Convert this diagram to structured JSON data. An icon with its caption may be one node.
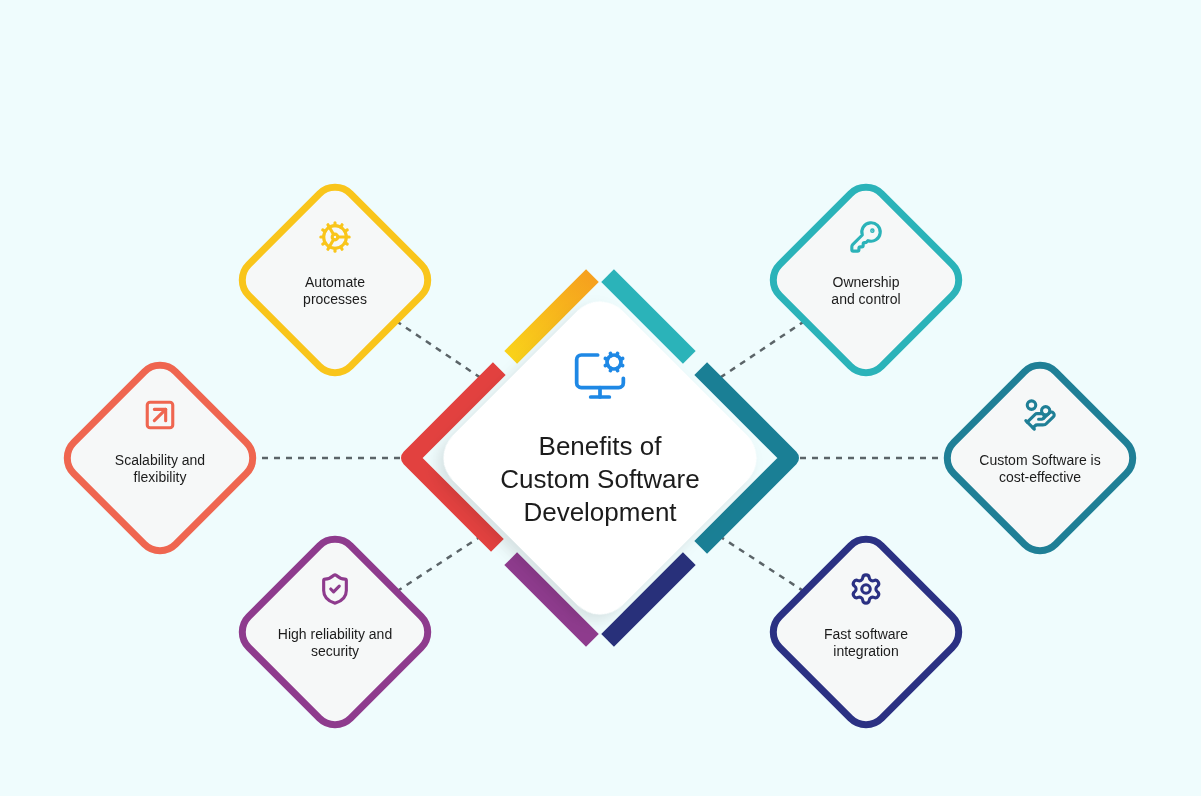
{
  "diagram": {
    "nodes": [
      {
        "text": [
          "Benefits of Custom Software Development"
        ]
      },
      {
        "text": [
          "Automate processes"
        ]
      },
      {
        "text": [
          "Ownership and control"
        ]
      },
      {
        "text": [
          "Scalability and flexibility"
        ]
      },
      {
        "text": [
          "Custom Software is cost-effective"
        ]
      },
      {
        "text": [
          "High reliability and security"
        ]
      },
      {
        "text": [
          "Fast software integration"
        ]
      }
    ],
    "edges": [
      {
        "from": 1,
        "to": 0,
        "arrow": "none",
        "style": "dashed"
      },
      {
        "from": 2,
        "to": 0,
        "arrow": "none",
        "style": "dashed"
      },
      {
        "from": 3,
        "to": 0,
        "arrow": "none",
        "style": "dashed"
      },
      {
        "from": 4,
        "to": 0,
        "arrow": "none",
        "style": "dashed"
      },
      {
        "from": 5,
        "to": 0,
        "arrow": "none",
        "style": "dashed"
      },
      {
        "from": 6,
        "to": 0,
        "arrow": "none",
        "style": "dashed"
      }
    ]
  }
}
